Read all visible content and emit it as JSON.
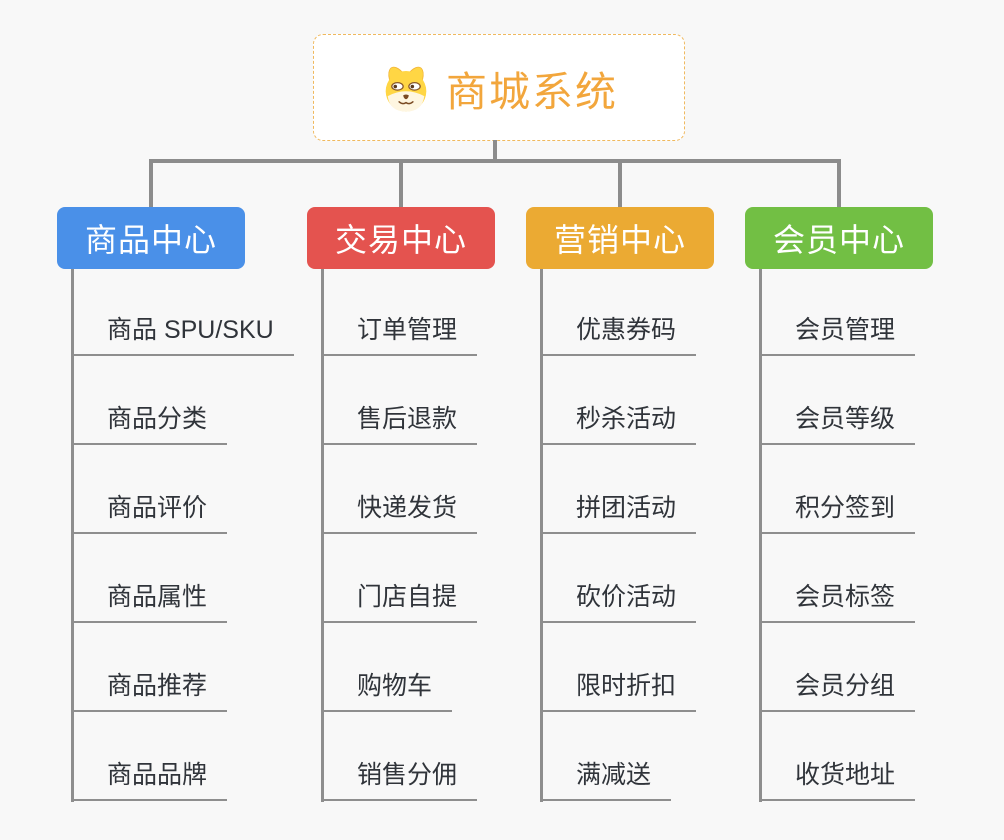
{
  "root": {
    "title": "商城系统",
    "icon": "dog-face-icon",
    "title_color": "#F2A63C",
    "border_color": "#F0B95E"
  },
  "connector_color": "#8C8C8C",
  "branches": [
    {
      "label": "商品中心",
      "color": "#4A90E8",
      "items": [
        "商品 SPU/SKU",
        "商品分类",
        "商品评价",
        "商品属性",
        "商品推荐",
        "商品品牌"
      ]
    },
    {
      "label": "交易中心",
      "color": "#E4534F",
      "items": [
        "订单管理",
        "售后退款",
        "快递发货",
        "门店自提",
        "购物车",
        "销售分佣"
      ]
    },
    {
      "label": "营销中心",
      "color": "#EBAA33",
      "items": [
        "优惠券码",
        "秒杀活动",
        "拼团活动",
        "砍价活动",
        "限时折扣",
        "满减送"
      ]
    },
    {
      "label": "会员中心",
      "color": "#72BF44",
      "items": [
        "会员管理",
        "会员等级",
        "积分签到",
        "会员标签",
        "会员分组",
        "收货地址"
      ]
    }
  ]
}
